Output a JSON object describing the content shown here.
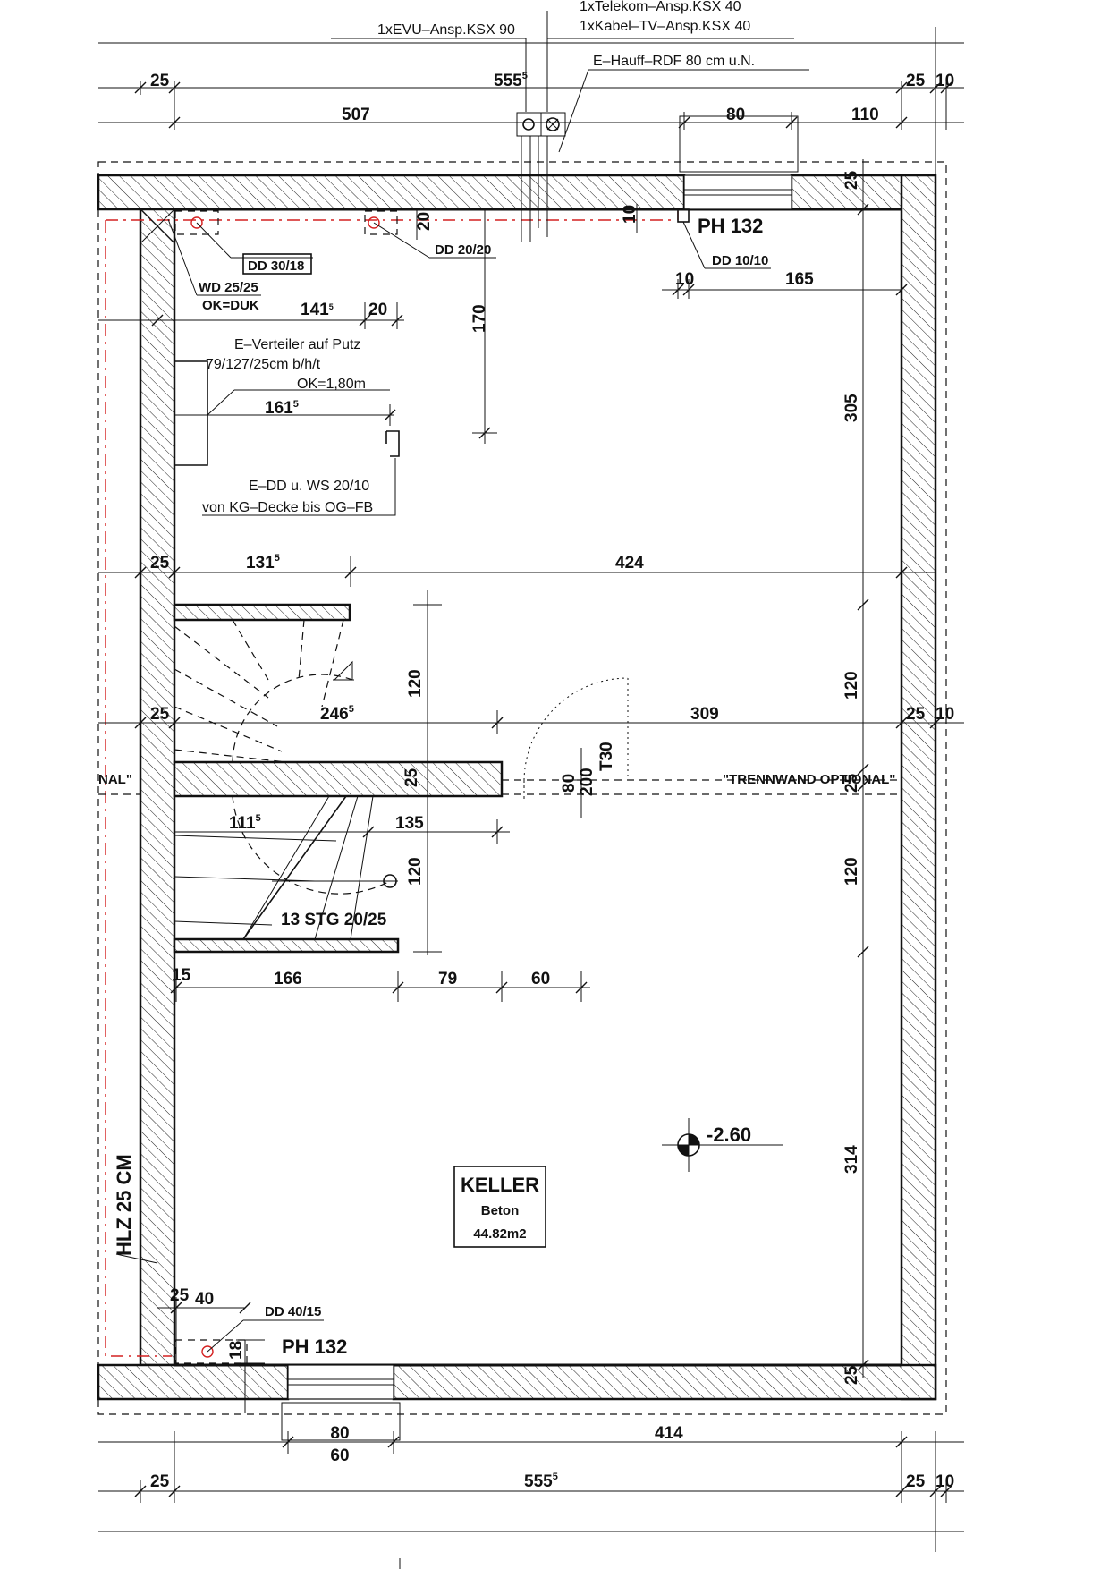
{
  "room": {
    "name": "KELLER",
    "material": "Beton",
    "area": "44.82m2"
  },
  "level": "-2.60",
  "connections": {
    "telekom": "1xTelekom–Ansp.KSX 40",
    "kabel": "1xKabel–TV–Ansp.KSX 40",
    "evu": "1xEVU–Ansp.KSX 90",
    "hauff": "E–Hauff–RDF 80 cm u.N."
  },
  "openings": {
    "dd_30_18": "DD 30/18",
    "wd": "WD 25/25",
    "ok_duk": "OK=DUK",
    "dd_20_20": "DD 20/20",
    "dd_10_10": "DD 10/10",
    "ph_top": "PH 132",
    "dd_40_15": "DD 40/15",
    "ph_bottom": "PH 132"
  },
  "notes": {
    "verteiler_1": "E–Verteiler auf Putz",
    "verteiler_2": "79/127/25cm b/h/t",
    "verteiler_3": "OK=1,80m",
    "ws_1": "E–DD u. WS 20/10",
    "ws_2": "von KG–Decke bis OG–FB",
    "trennwand_right": "\"TRENNWAND OPTIONAL\"",
    "trennwand_left": "NAL\"",
    "stairs": "13 STG 20/25",
    "door": "T30",
    "door_w": "80",
    "door_h": "200",
    "wall_material": "HLZ 25 CM"
  },
  "dimensions": {
    "top_left_25": "25",
    "top_555": "555",
    "top_555_sup": "5",
    "top_right_25": "25",
    "top_right_10": "10",
    "top_507": "507",
    "top_80": "80",
    "top_110": "110",
    "right_25_top": "25",
    "d_10_vert": "10",
    "d_10": "10",
    "d_165": "165",
    "d_20_vert": "20",
    "d_141": "141",
    "d_141_sup": "5",
    "d_20": "20",
    "d_170": "170",
    "d_161": "161",
    "d_161_sup": "5",
    "d_305": "305",
    "row1_25": "25",
    "row1_131": "131",
    "row1_131_sup": "5",
    "row1_424": "424",
    "d_120_a": "120",
    "d_120_r1": "120",
    "row2_25": "25",
    "row2_246": "246",
    "row2_246_sup": "5",
    "row2_309": "309",
    "row2_25r": "25",
    "row2_10r": "10",
    "d_25_wall": "25",
    "d_25_right": "25",
    "d_111": "111",
    "d_111_sup": "5",
    "d_135": "135",
    "d_120_b": "120",
    "d_120_r2": "120",
    "row3_15": "15",
    "row3_166": "166",
    "row3_79": "79",
    "row3_60": "60",
    "d_314": "314",
    "d_25_small": "25",
    "d_40": "40",
    "d_18": "18",
    "right_25_bottom": "25",
    "bot_80": "80",
    "bot_60": "60",
    "bot_414": "414",
    "bot_25": "25",
    "bot_555": "555",
    "bot_555_sup": "5",
    "bot_right_25": "25",
    "bot_right_10": "10"
  }
}
